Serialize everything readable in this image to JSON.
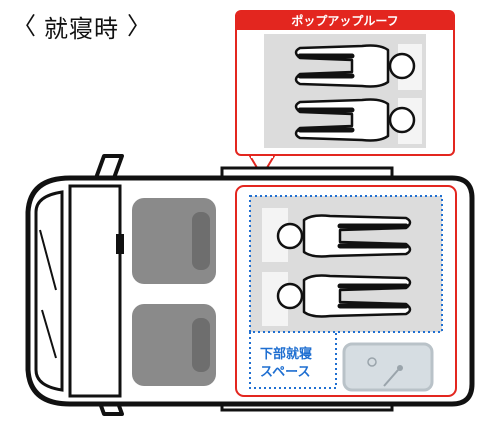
{
  "header": {
    "title": "就寝時"
  },
  "icons": {
    "back": "chevron-left-icon",
    "forward": "chevron-right-icon"
  },
  "callout": {
    "label": "ポップアップルーフ"
  },
  "lower_area": {
    "label_line1": "下部就寝",
    "label_line2": "スペース"
  },
  "colors": {
    "accent_red": "#e3261f",
    "accent_blue": "#1f6fd1",
    "seat_gray": "#8a8a8a",
    "bed_gray": "#dcdcdc"
  }
}
